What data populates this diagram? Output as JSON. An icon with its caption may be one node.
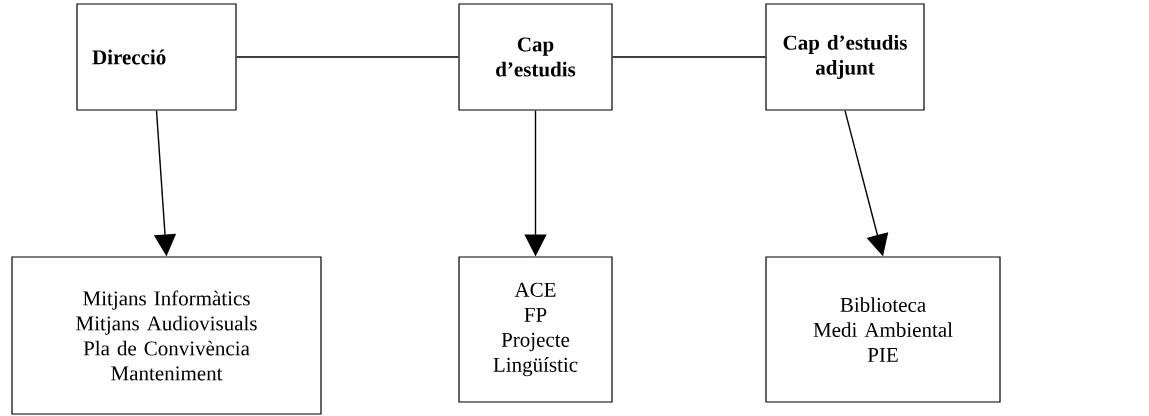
{
  "diagram": {
    "nodes": [
      {
        "text": [
          "Direcció"
        ]
      },
      {
        "text": [
          "Cap d’estudis"
        ]
      },
      {
        "text": [
          "Cap d’estudis adjunt"
        ]
      },
      {
        "text": [
          "Mitjans Informàtics",
          "Mitjans Audiovisuals",
          "Pla de Convivència",
          "Manteniment"
        ]
      },
      {
        "text": [
          "ACE",
          "FP",
          "Projecte Lingüístic"
        ]
      },
      {
        "text": [
          "Biblioteca",
          "Medi Ambiental",
          "PIE"
        ]
      }
    ],
    "edges": [
      {
        "from": 0,
        "to": 1,
        "arrow": "none"
      },
      {
        "from": 1,
        "to": 2,
        "arrow": "none"
      },
      {
        "from": 0,
        "to": 3,
        "arrow": "to"
      },
      {
        "from": 1,
        "to": 4,
        "arrow": "to"
      },
      {
        "from": 2,
        "to": 5,
        "arrow": "to"
      }
    ]
  }
}
